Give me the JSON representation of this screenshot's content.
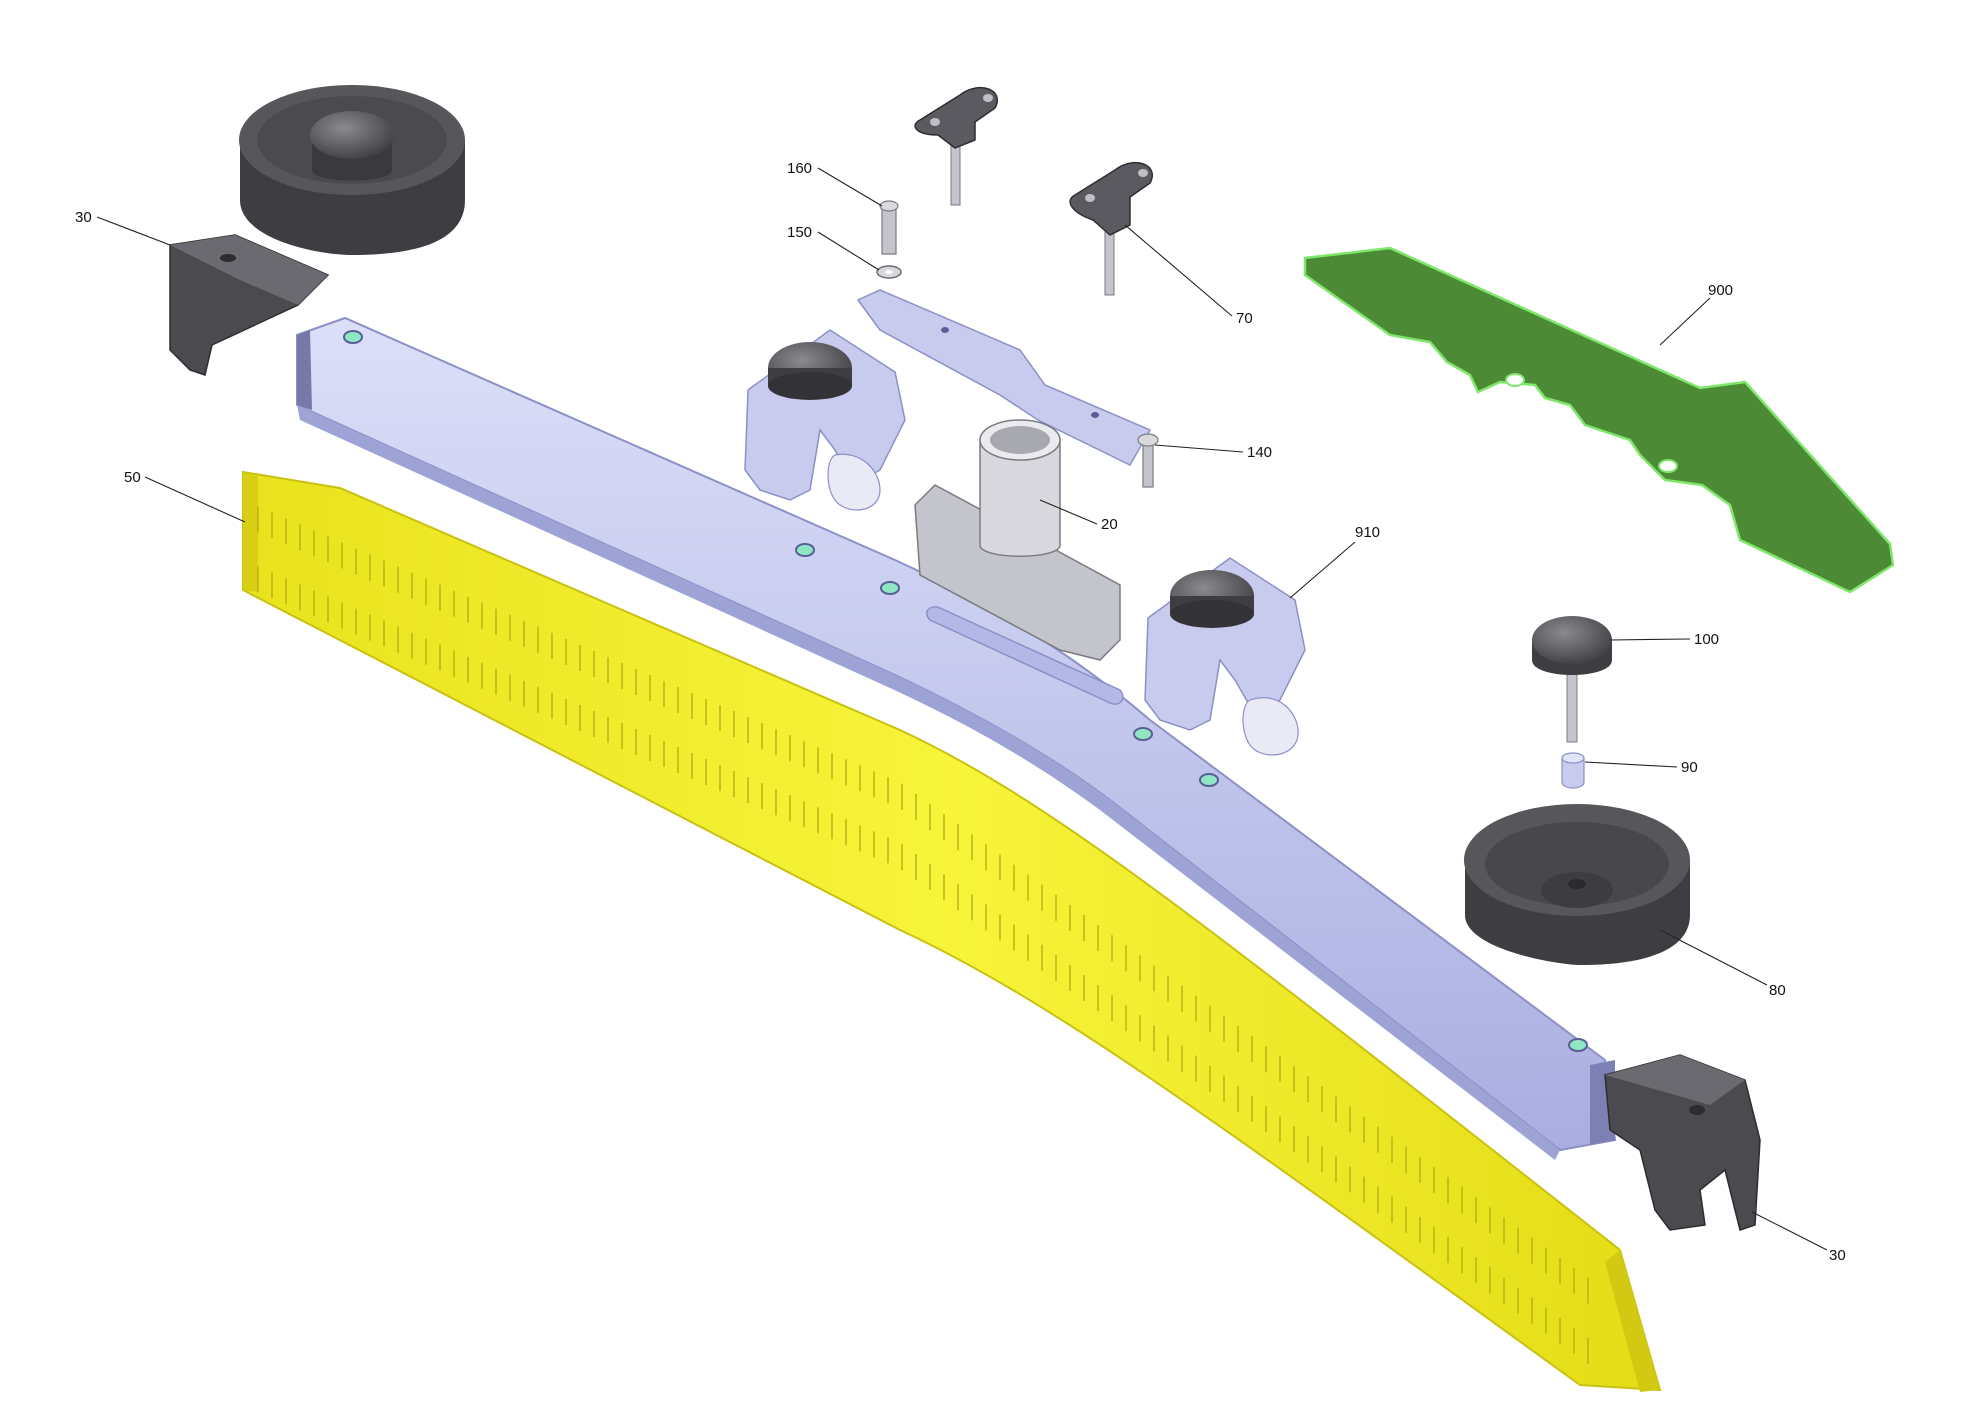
{
  "diagram": {
    "callouts": [
      {
        "id": "c30-left",
        "label": "30"
      },
      {
        "id": "c50",
        "label": "50"
      },
      {
        "id": "c160",
        "label": "160"
      },
      {
        "id": "c150",
        "label": "150"
      },
      {
        "id": "c70",
        "label": "70"
      },
      {
        "id": "c140",
        "label": "140"
      },
      {
        "id": "c20",
        "label": "20"
      },
      {
        "id": "c910",
        "label": "910"
      },
      {
        "id": "c900",
        "label": "900"
      },
      {
        "id": "c100",
        "label": "100"
      },
      {
        "id": "c90",
        "label": "90"
      },
      {
        "id": "c80",
        "label": "80"
      },
      {
        "id": "c30-right",
        "label": "30"
      }
    ]
  },
  "colors": {
    "beam": "#c9cdf2",
    "beam_dark": "#9ea3d6",
    "blade": "#f2ef2a",
    "blade_dark": "#cfc812",
    "cover": "#4c8a35",
    "cover_edge": "#7ee66b",
    "rubber": "#4b4b4f",
    "rubber_light": "#6b6b70",
    "metal": "#bfbfc6"
  }
}
